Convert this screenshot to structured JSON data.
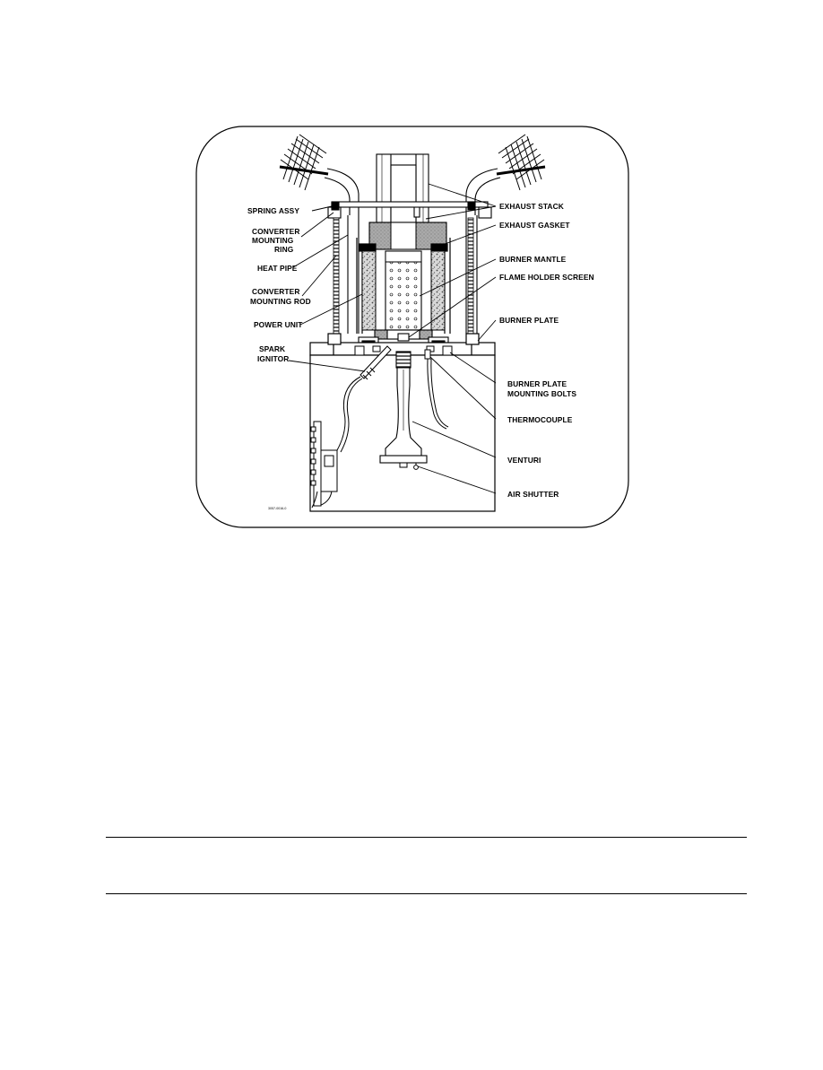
{
  "figure": {
    "labels": {
      "spring_assy": "SPRING ASSY",
      "converter_mounting_ring": [
        "CONVERTER",
        "MOUNTING",
        "RING"
      ],
      "heat_pipe": "HEAT PIPE",
      "converter_mounting_rod": [
        "CONVERTER",
        "MOUNTING ROD"
      ],
      "power_unit": "POWER UNIT",
      "spark_ignitor": [
        "SPARK",
        "IGNITOR"
      ],
      "exhaust_stack": "EXHAUST STACK",
      "exhaust_gasket": "EXHAUST GASKET",
      "burner_mantle": "BURNER MANTLE",
      "flame_holder_screen": "FLAME HOLDER SCREEN",
      "burner_plate": "BURNER PLATE",
      "burner_plate_mounting_bolts": [
        "BURNER PLATE",
        "MOUNTING BOLTS"
      ],
      "thermocouple": "THERMOCOUPLE",
      "venturi": "VENTURI",
      "air_shutter": "AIR SHUTTER"
    },
    "drawing_number": "3057-0016-0"
  }
}
